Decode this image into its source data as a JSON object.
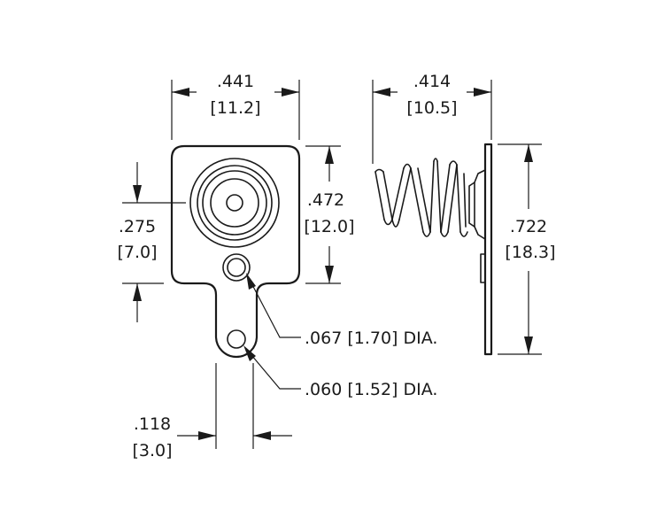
{
  "dimensions": {
    "width_in": ".441",
    "width_mm": "[11.2]",
    "height_in": ".472",
    "height_mm": "[12.0]",
    "center_in": ".275",
    "center_mm": "[7.0]",
    "depth_in": ".414",
    "depth_mm": "[10.5]",
    "overall_in": ".722",
    "overall_mm": "[18.3]",
    "tab_in": ".118",
    "tab_mm": "[3.0]",
    "hole1": ".067 [1.70] DIA.",
    "hole2": ".060 [1.52] DIA."
  }
}
